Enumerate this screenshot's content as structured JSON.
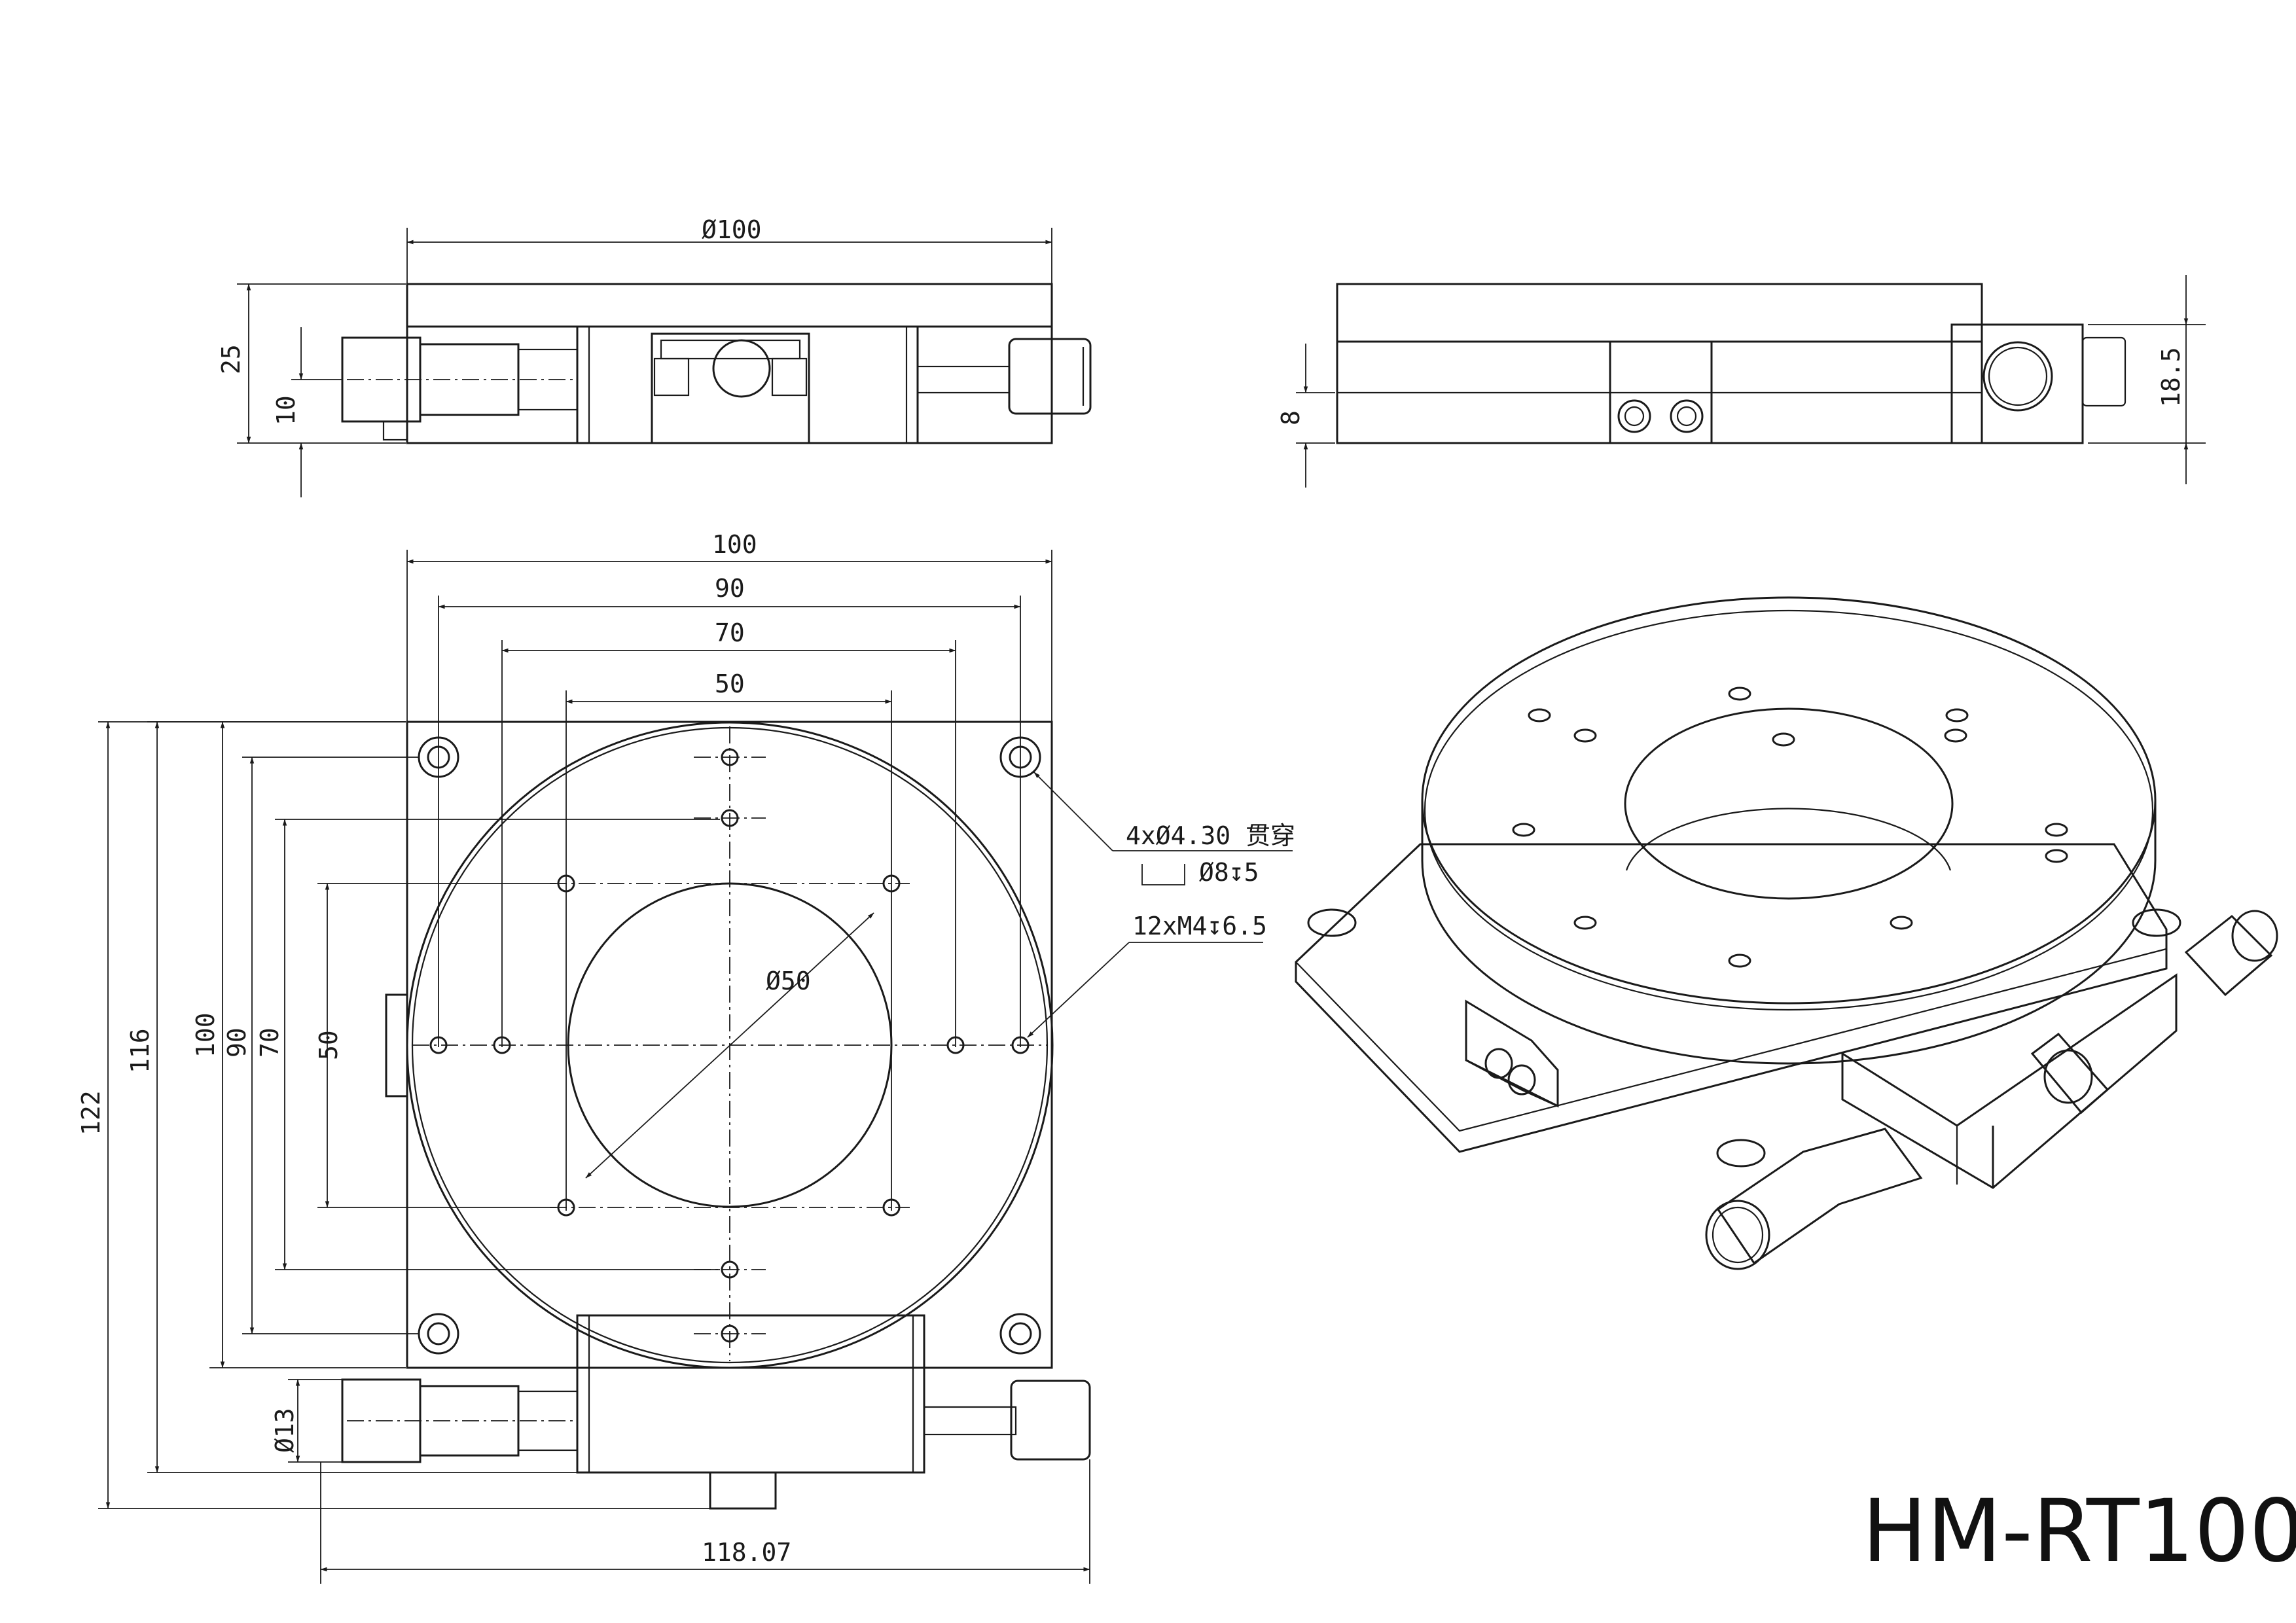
{
  "model": "HM-RT100",
  "top_view": {
    "overall_diameter": "Ø100",
    "height_total": "25",
    "height_body": "10"
  },
  "side_view": {
    "height_total": "18.5",
    "height_base": "8"
  },
  "plan_view": {
    "width_100": "100",
    "width_90": "90",
    "width_70": "70",
    "width_50": "50",
    "height_122": "122",
    "height_116": "116",
    "height_100": "100",
    "height_90": "90",
    "height_70": "70",
    "height_50": "50",
    "bore_diameter": "Ø50",
    "micrometer_diameter": "Ø13",
    "overall_width": "118.07"
  },
  "callouts": {
    "mount_holes": "4xØ4.30 贯穿",
    "counterbore": "Ø8↧5",
    "thread_holes": "12xM4↧6.5"
  }
}
